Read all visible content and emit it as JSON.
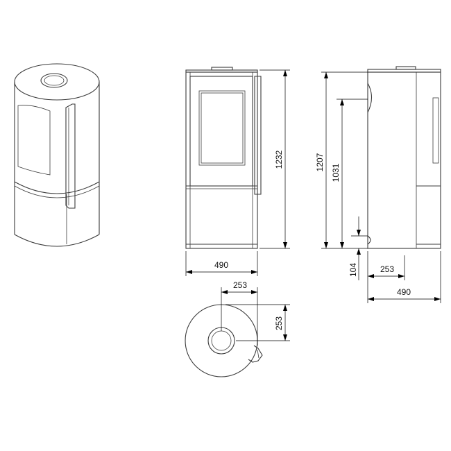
{
  "dimensions": {
    "front_width": "490",
    "front_height": "1232",
    "side_total_height": "1207",
    "side_flue_height": "1031",
    "side_bottom_offset": "104",
    "side_flue_offset": "253",
    "side_depth": "490",
    "top_offset_x": "253",
    "top_offset_y": "253"
  }
}
